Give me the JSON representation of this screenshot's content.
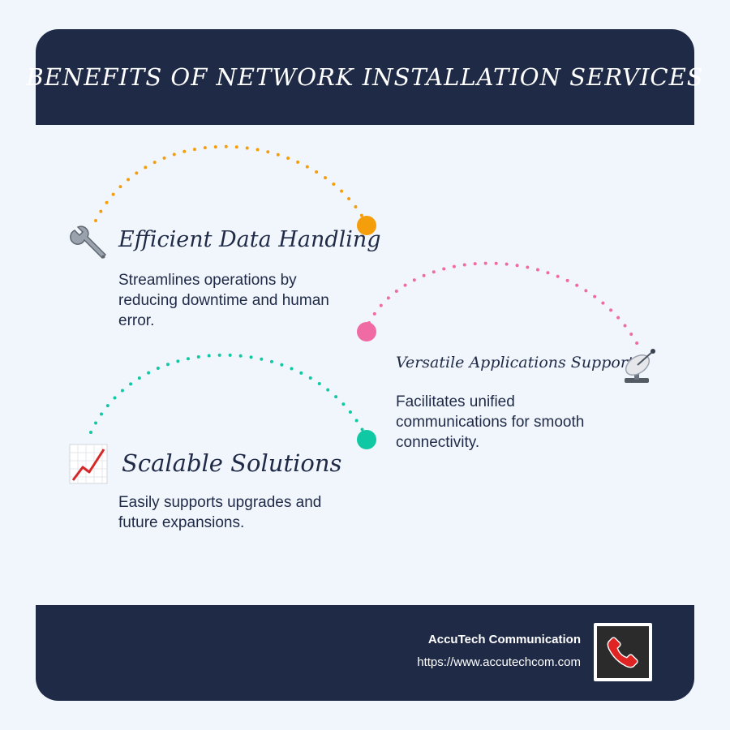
{
  "header": {
    "title": "BENEFITS OF NETWORK INSTALLATION SERVICES"
  },
  "benefits": [
    {
      "title": "Efficient Data Handling",
      "description": "Streamlines operations by reducing downtime and human error.",
      "icon": "wrench-icon",
      "color": "#f59e0b"
    },
    {
      "title": "Versatile Applications Support",
      "description": "Facilitates unified communications for smooth connectivity.",
      "icon": "satellite-dish-icon",
      "color": "#f06aa3"
    },
    {
      "title": "Scalable Solutions",
      "description": "Easily supports upgrades and future expansions.",
      "icon": "chart-increasing-icon",
      "color": "#10c9a4"
    }
  ],
  "footer": {
    "company": "AccuTech Communication",
    "website": "https://www.accutechcom.com",
    "icon": "telephone-icon"
  },
  "colors": {
    "navy": "#1f2a47",
    "background": "#f1f5fc"
  }
}
